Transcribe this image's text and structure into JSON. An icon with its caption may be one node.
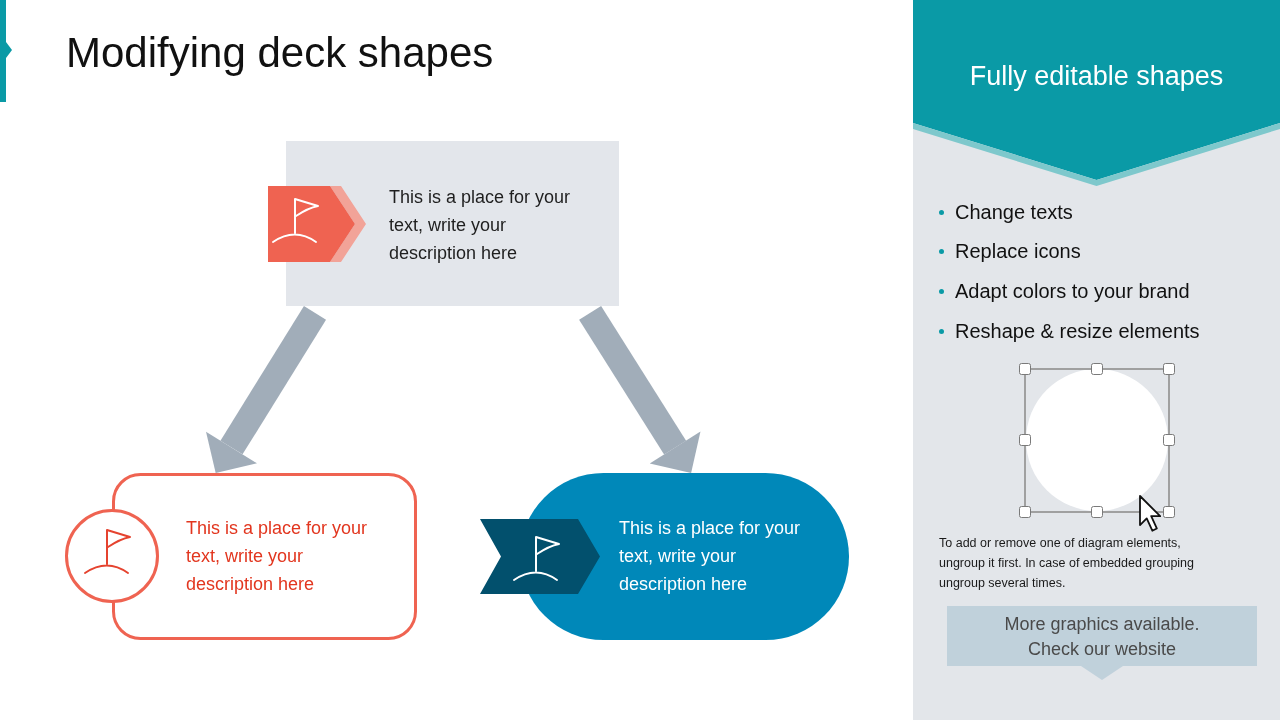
{
  "diagram": {
    "title": "Modifying deck shapes",
    "nodes": [
      {
        "text": [
          "This is a place for your text, write your description here"
        ]
      },
      {
        "text": [
          "This is a place for your text, write your description here"
        ]
      },
      {
        "text": [
          "This is a place for your text, write your description here"
        ]
      },
      {
        "text": [
          "Change texts",
          "Replace icons",
          "Adapt colors to your brand",
          "Reshape & resize elements",
          "To add or remove one of diagram elements, ungroup it first. In case of embedded grouping ungroup several times."
        ]
      },
      {
        "text": [
          "Fully editable shapes"
        ],
        "in": 3
      },
      {
        "text": [
          "More graphics available. Check our website"
        ],
        "in": 3
      }
    ],
    "edges": [
      {
        "from": 0,
        "to": 1,
        "arrow": "to"
      },
      {
        "from": 0,
        "to": 2,
        "arrow": "to"
      }
    ]
  }
}
